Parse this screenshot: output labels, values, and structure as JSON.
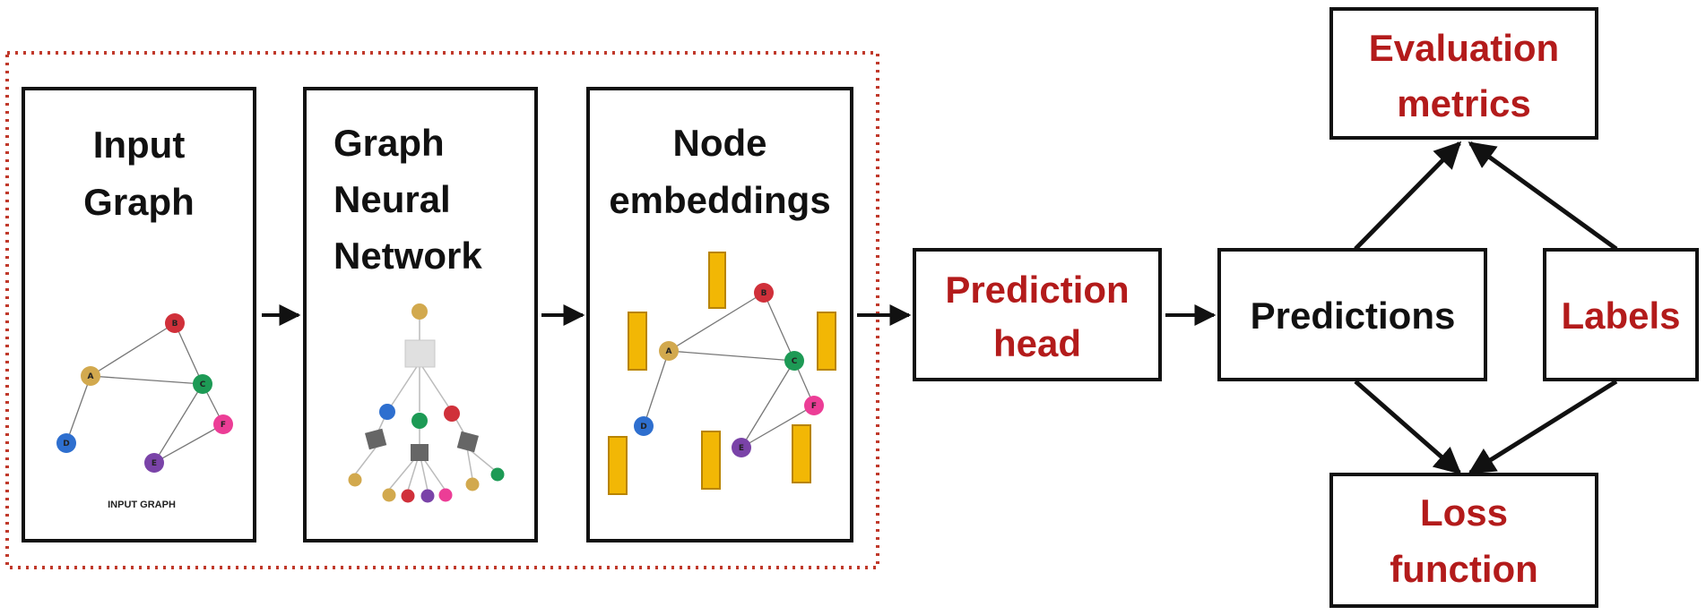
{
  "colors": {
    "accent_red": "#b31b1b",
    "dotted_border": "#c0392b",
    "node_yellow": "#d2a94e",
    "node_red": "#d0303a",
    "node_green": "#1d9a55",
    "node_blue": "#2e6fcf",
    "node_purple": "#7a43a8",
    "node_pink": "#ec3d96",
    "embedding_bar": "#f2b705"
  },
  "boxes": {
    "input_graph": {
      "line1": "Input",
      "line2": "Graph",
      "caption": "INPUT GRAPH"
    },
    "gnn": {
      "line1": "Graph",
      "line2": "Neural",
      "line3": "Network"
    },
    "node_embeddings": {
      "line1": "Node",
      "line2": "embeddings"
    },
    "prediction_head": {
      "line1": "Prediction",
      "line2": "head"
    },
    "predictions": {
      "label": "Predictions"
    },
    "labels": {
      "label": "Labels"
    },
    "evaluation_metrics": {
      "line1": "Evaluation",
      "line2": "metrics"
    },
    "loss_function": {
      "line1": "Loss",
      "line2": "function"
    }
  },
  "graph_nodes": [
    "A",
    "B",
    "C",
    "D",
    "E",
    "F"
  ]
}
